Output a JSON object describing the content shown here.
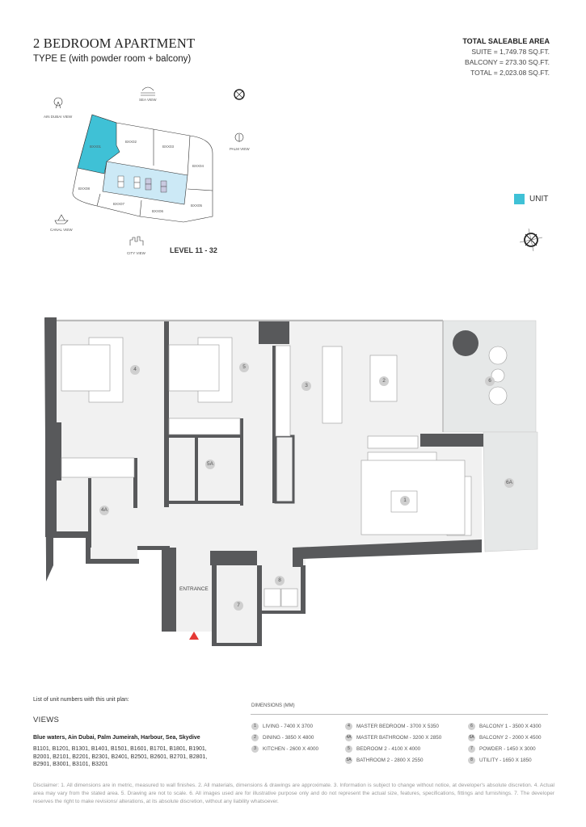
{
  "header": {
    "title": "2 BEDROOM APARTMENT",
    "subtitle": "TYPE E (with powder room + balcony)"
  },
  "area": {
    "heading": "TOTAL SALEABLE AREA",
    "suite": "SUITE = 1,749.78 SQ.FT.",
    "balcony": "BALCONY = 273.30 SQ.FT.",
    "total": "TOTAL = 2,023.08 SQ.FT."
  },
  "keyplan": {
    "units": [
      "BXX01",
      "BXX02",
      "BXX03",
      "BXX04",
      "BXX05",
      "BXX06",
      "BXX07",
      "BXX08"
    ],
    "views": {
      "sea": "SEA VIEW",
      "ain": "AIN DUBAI VIEW",
      "palm": "PALM VIEW",
      "canal": "CANAL VIEW",
      "city": "CITY VIEW"
    },
    "level": "LEVEL 11 - 32",
    "unit_color": "#3fc1d6",
    "core_color": "#cce9f6"
  },
  "legend": {
    "unit_label": "UNIT"
  },
  "plan": {
    "rooms": [
      "1",
      "2",
      "3",
      "4",
      "4A",
      "5",
      "5A",
      "6",
      "6A",
      "7",
      "8"
    ],
    "entrance": "ENTRANCE",
    "entrance_marker_color": "#e53935"
  },
  "footer": {
    "list_label": "List of unit numbers with this unit plan:",
    "views_heading": "VIEWS",
    "views_text": "Blue waters, Ain Dubai, Palm Jumeirah, Harbour, Sea, Skydive",
    "units": "B1101, B1201, B1301, B1401, B1501, B1601, B1701, B1801, B1901, B2001, B2101, B2201, B2301, B2401, B2501, B2601, B2701, B2801, B2901, B3001, B3101, B3201",
    "dimensions_heading": "DIMENSIONS (MM)",
    "dimensions": [
      {
        "n": "1",
        "t": "LIVING - 7400 X 3700"
      },
      {
        "n": "2",
        "t": "DINING - 3850 X 4800"
      },
      {
        "n": "3",
        "t": "KITCHEN - 2600 X 4000"
      },
      {
        "n": "4",
        "t": "MASTER BEDROOM - 3700 X 5350"
      },
      {
        "n": "4A",
        "t": "MASTER BATHROOM - 3200 X 2850"
      },
      {
        "n": "5",
        "t": "BEDROOM 2 - 4100 X 4000"
      },
      {
        "n": "5A",
        "t": "BATHROOM 2 - 2800 X 2550"
      },
      {
        "n": "6",
        "t": "BALCONY 1 - 3500 X 4300"
      },
      {
        "n": "6A",
        "t": "BALCONY 2 - 2000 X 4500"
      },
      {
        "n": "7",
        "t": "POWDER - 1450 X 3000"
      },
      {
        "n": "8",
        "t": "UTILITY - 1650 X 1850"
      }
    ],
    "disclaimer": "Disclaimer: 1. All dimensions are in metric, measured to wall finishes. 2. All materials, dimensions & drawings are approximate. 3. Information is subject to change without notice, at developer's absolute discretion. 4. Actual area may vary from the stated area. 5. Drawing are not to scale. 6. All images used are for illustrative purpose only and do not represent the actual size, features, specifications, fittings and furnishings. 7. The developer reserves the right to make revisions/ alterations, at its absolute discretion, without any liability whatsoever."
  }
}
